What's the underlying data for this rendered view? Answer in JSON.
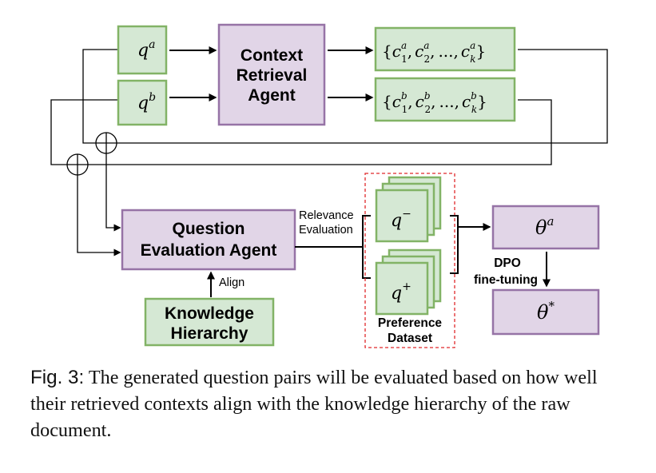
{
  "nodes": {
    "qa": {
      "base": "q",
      "sup": "a"
    },
    "qb": {
      "base": "q",
      "sup": "b"
    },
    "context_agent": {
      "line1": "Context",
      "line2": "Retrieval",
      "line3": "Agent"
    },
    "ca": {
      "open": "{",
      "c": "c",
      "sub1": "1",
      "sub2": "2",
      "subk": "k",
      "sup": "a",
      "sep": ",",
      "dots": "...",
      "close": "}"
    },
    "cb": {
      "open": "{",
      "c": "c",
      "sub1": "1",
      "sub2": "2",
      "subk": "k",
      "sup": "b",
      "sep": ",",
      "dots": "...",
      "close": "}"
    },
    "question_agent": {
      "line1": "Question",
      "line2": "Evaluation Agent"
    },
    "knowledge": {
      "line1": "Knowledge",
      "line2": "Hierarchy"
    },
    "q_minus": {
      "base": "q",
      "sup": "−"
    },
    "q_plus": {
      "base": "q",
      "sup": "+"
    },
    "theta_a": {
      "base": "θ",
      "sup": "a"
    },
    "theta_star": {
      "base": "θ",
      "sup": "*"
    }
  },
  "labels": {
    "relevance_line1": "Relevance",
    "relevance_line2": "Evaluation",
    "align": "Align",
    "preference_line1": "Preference",
    "preference_line2": "Dataset",
    "dpo_line1": "DPO",
    "dpo_line2": "fine-tuning"
  },
  "caption": {
    "fig": "Fig. 3:",
    "text": "The generated question pairs will be evaluated based on how well their retrieved contexts align with the knowledge hierarchy of the raw document."
  },
  "colors": {
    "purple_fill": "#e1d5e7",
    "purple_stroke": "#9673a6",
    "green_fill": "#d5e8d4",
    "green_stroke": "#82b366",
    "dashed_red": "#e0282b"
  }
}
